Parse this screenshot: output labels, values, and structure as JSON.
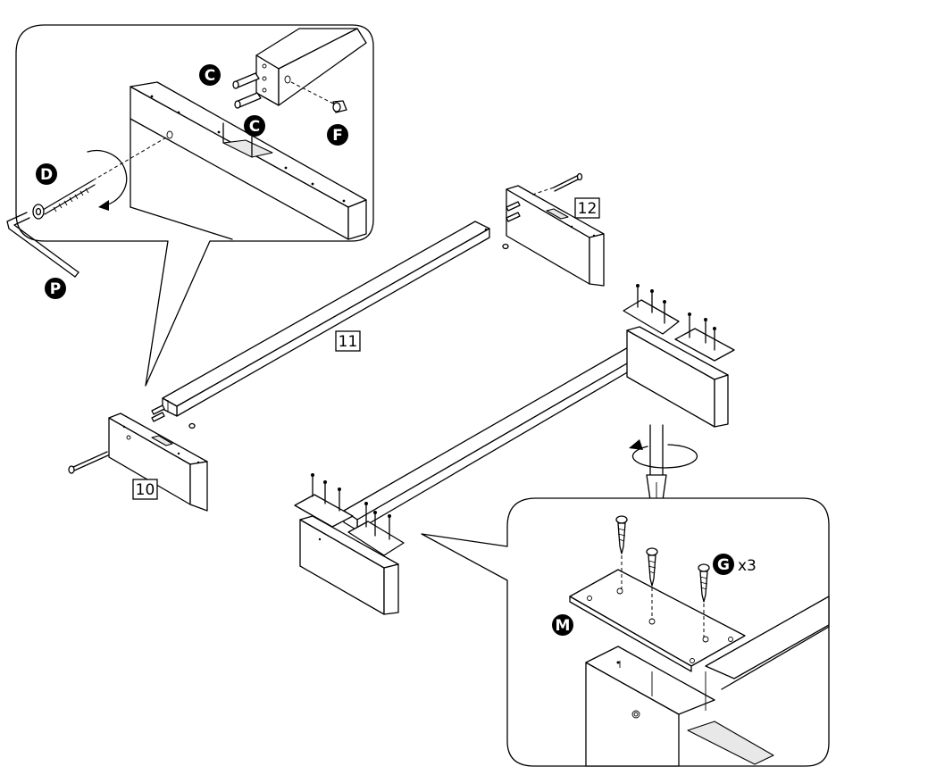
{
  "part_numbers": {
    "p10": "10",
    "p11": "11",
    "p12": "12"
  },
  "hardware_labels": {
    "c_upper": "C",
    "c_lower": "C",
    "d": "D",
    "f": "F",
    "p": "P",
    "g": "G",
    "m": "M"
  },
  "quantities": {
    "g_qty": "x3"
  }
}
